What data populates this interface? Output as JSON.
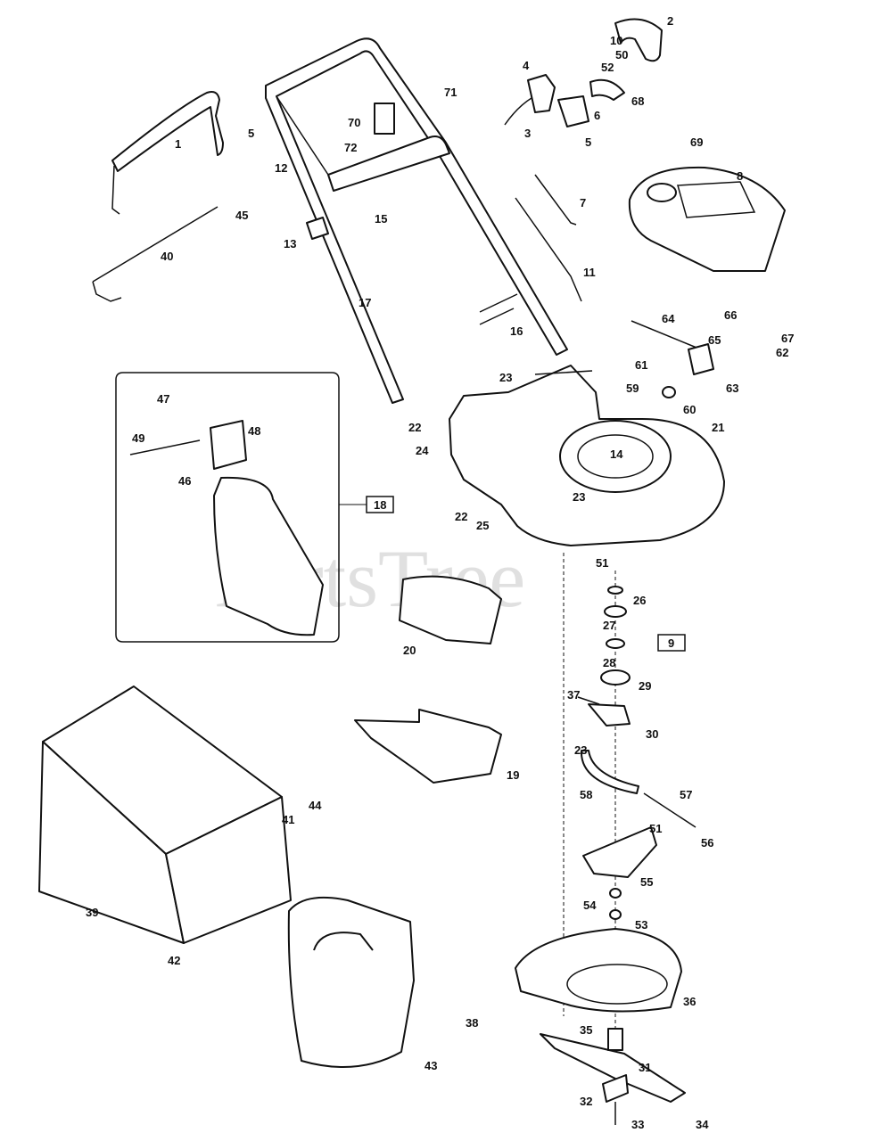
{
  "watermark": "PartsTree",
  "boxed_refs": [
    "18",
    "9"
  ],
  "callouts": [
    "1",
    "2",
    "3",
    "4",
    "5",
    "5",
    "6",
    "7",
    "8",
    "10",
    "11",
    "12",
    "13",
    "14",
    "15",
    "16",
    "17",
    "19",
    "20",
    "21",
    "22",
    "22",
    "23",
    "23",
    "23",
    "24",
    "25",
    "26",
    "27",
    "28",
    "29",
    "30",
    "31",
    "32",
    "33",
    "34",
    "35",
    "36",
    "37",
    "38",
    "39",
    "40",
    "41",
    "42",
    "43",
    "44",
    "45",
    "46",
    "47",
    "48",
    "49",
    "50",
    "51",
    "51",
    "52",
    "53",
    "54",
    "55",
    "56",
    "57",
    "58",
    "59",
    "60",
    "61",
    "62",
    "63",
    "64",
    "65",
    "66",
    "67",
    "68",
    "69",
    "70",
    "71",
    "72"
  ]
}
